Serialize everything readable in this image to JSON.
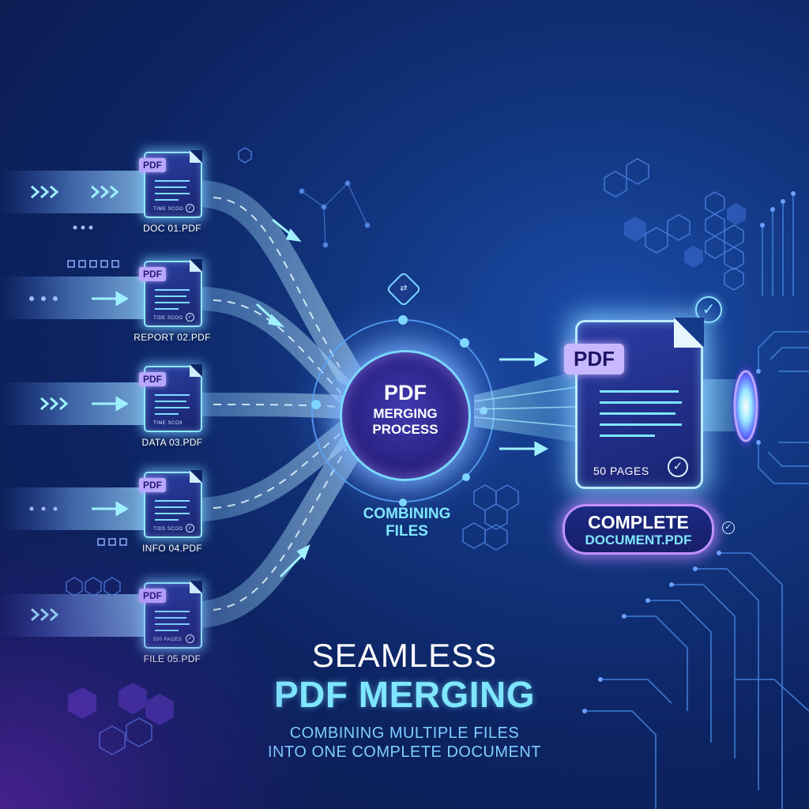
{
  "input_files": [
    {
      "tag": "PDF",
      "name": "DOC 01.PDF",
      "footer": "TIME SCOO"
    },
    {
      "tag": "PDF",
      "name": "REPORT 02.PDF",
      "footer": "TIDE SCOO"
    },
    {
      "tag": "PDF",
      "name": "DATA 03.PDF",
      "footer": "TIME SCO9"
    },
    {
      "tag": "PDF",
      "name": "INFO 04.PDF",
      "footer": "TIDS SCOO"
    },
    {
      "tag": "PDF",
      "name": "FILE 05.PDF",
      "footer": "500 PAGES"
    }
  ],
  "hub": {
    "title": "PDF",
    "line1": "MERGING",
    "line2": "PROCESS"
  },
  "combining": {
    "line1": "COMBINING",
    "line2": "FILES"
  },
  "output": {
    "tag": "PDF",
    "pages": "50 PAGES",
    "label_line1": "COMPLETE",
    "label_line2": "DOCUMENT.PDF"
  },
  "headline": {
    "line1": "SEAMLESS",
    "line2": "PDF MERGING",
    "sub1": "COMBINING MULTIPLE FILES",
    "sub2": "INTO ONE COMPLETE DOCUMENT"
  },
  "icons": {
    "hub": "merge-arrows-icon",
    "check": "check-circle-icon",
    "arrow": "arrow-right-icon"
  },
  "colors": {
    "background": "#0d2463",
    "accent_cyan": "#7fe6ff",
    "accent_violet": "#c190ff",
    "tag_violet": "#b9a7ff"
  }
}
